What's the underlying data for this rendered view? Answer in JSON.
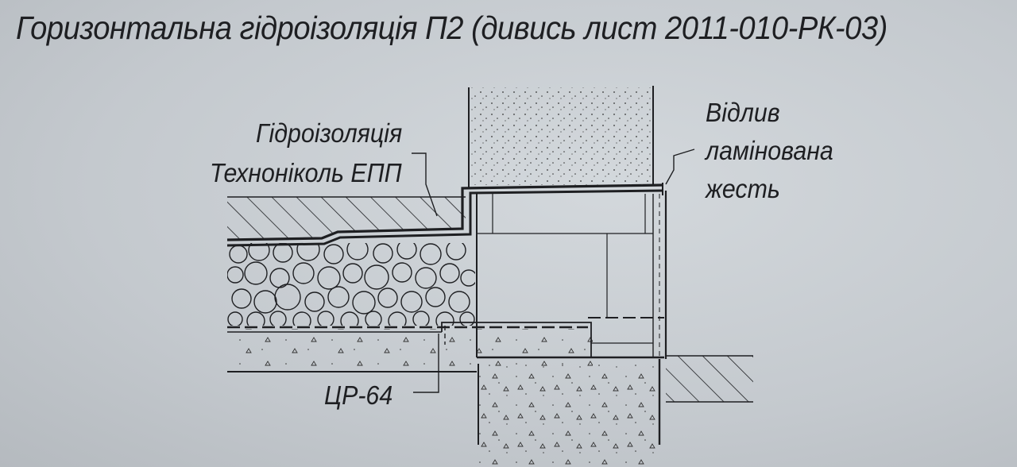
{
  "title": "Горизонтальна гідроізоляція П2 (дивись лист 2011-010-РК-03)",
  "labels": {
    "waterproofing_line1": "Гідроізоляція",
    "waterproofing_line2": "Технонiколь ЕПП",
    "drip_line1": "Відлив",
    "drip_line2": "ламінована",
    "drip_line3": "жесть",
    "mortar": "ЦР-64"
  },
  "colors": {
    "ink": "#1e1f22",
    "paper": "#c9ced3"
  }
}
